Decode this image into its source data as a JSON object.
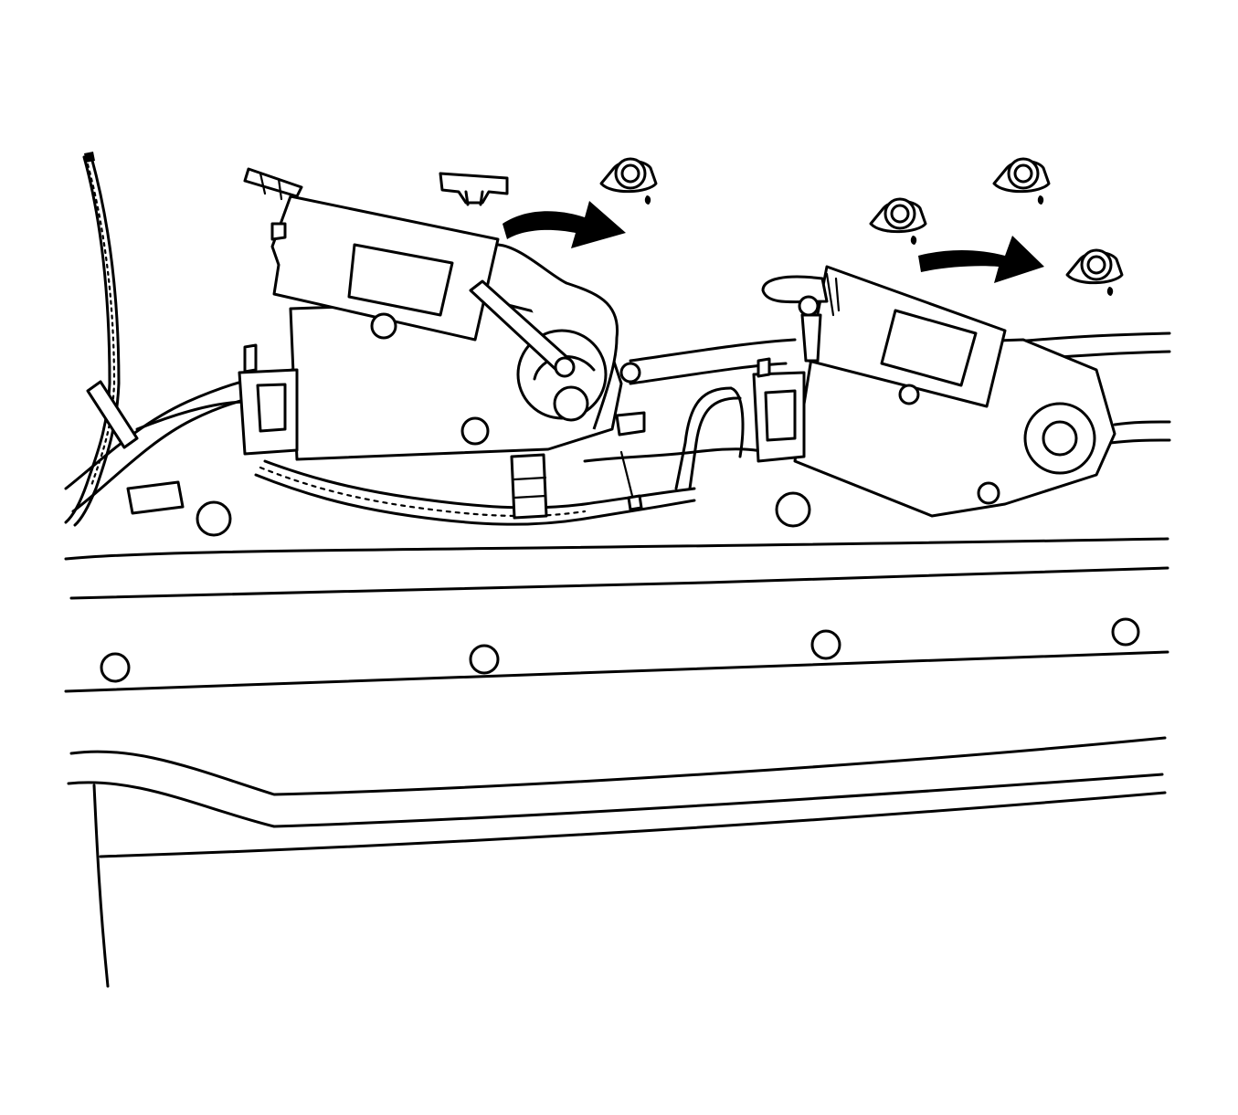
{
  "diagram": {
    "kind": "line-art technical illustration",
    "colors": {
      "line": "#000000",
      "background": "#ffffff"
    },
    "components": [
      {
        "id": "actuator-left",
        "icon": "actuator-motor-icon"
      },
      {
        "id": "actuator-right",
        "icon": "actuator-motor-icon"
      },
      {
        "id": "arrow-left",
        "icon": "curved-arrow-right-icon"
      },
      {
        "id": "arrow-right",
        "icon": "curved-arrow-right-icon"
      },
      {
        "id": "push-pin-retainer",
        "icon": "retainer-clip-icon"
      },
      {
        "id": "grommet-fasteners",
        "icon": "grommet-icon",
        "count": 5
      },
      {
        "id": "wiring-harness",
        "icon": "wire-harness-icon"
      },
      {
        "id": "mounting-holes",
        "icon": "hole-icon",
        "count": 4
      }
    ]
  }
}
